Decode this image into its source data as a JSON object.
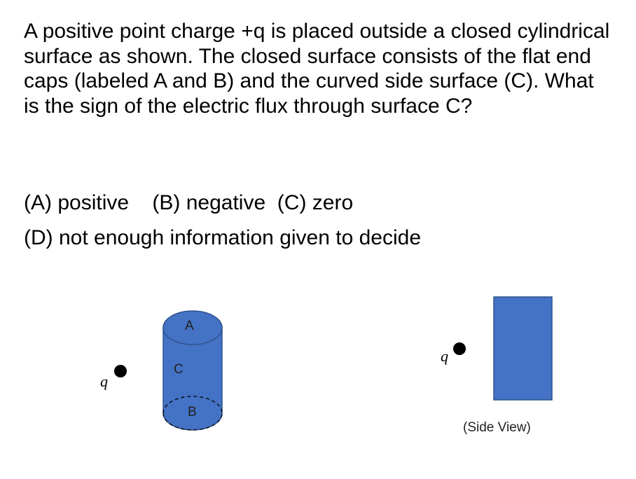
{
  "question": {
    "text": "A positive point charge +q is placed outside a closed cylindrical surface as shown.  The closed surface consists of the flat end caps (labeled A and B) and the curved side surface (C). What is the sign of the electric flux through surface C?"
  },
  "choices": {
    "row1": "(A) positive    (B) negative  (C) zero",
    "row2": "(D) not enough information given to decide"
  },
  "figure": {
    "charge_label": "q",
    "top_cap_label": "A",
    "side_label": "C",
    "bottom_cap_label": "B",
    "side_view_caption": "(Side View)",
    "fill_color": "#4472C4",
    "stroke_color": "#2F528F"
  }
}
